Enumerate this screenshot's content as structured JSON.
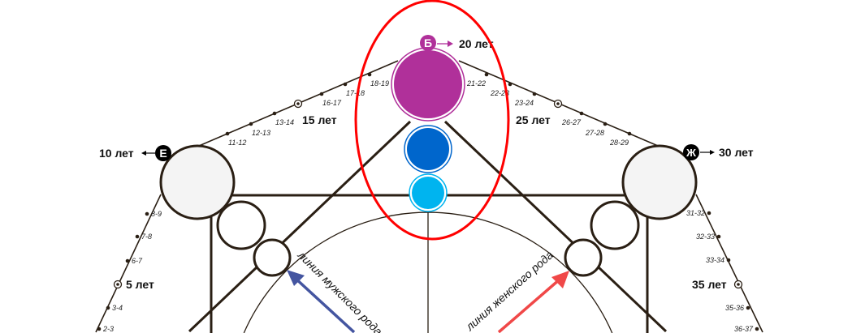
{
  "badges": {
    "top": {
      "letter": "Б",
      "years": "20 лет",
      "color": "#b0309a"
    },
    "left": {
      "letter": "Е",
      "years": "10 лет",
      "color": "#000000"
    },
    "right": {
      "letter": "Ж",
      "years": "30 лет",
      "color": "#000000"
    }
  },
  "milestones": {
    "y5": "5 лет",
    "y15": "15 лет",
    "y25": "25 лет",
    "y35": "35 лет"
  },
  "ages_top_left": [
    "11-12",
    "12-13",
    "13-14",
    "16-17",
    "17-18",
    "18-19"
  ],
  "ages_top_right": [
    "21-22",
    "22-23",
    "23-24",
    "26-27",
    "27-28",
    "28-29"
  ],
  "ages_left": [
    "8-9",
    "7-8",
    "6-7",
    "3-4",
    "2-3"
  ],
  "ages_right": [
    "31-32",
    "32-33",
    "33-34",
    "35-36",
    "36-37"
  ],
  "lines": {
    "male": "линия мужского рода",
    "female": "линия женского рода"
  },
  "colors": {
    "purple": "#b0309a",
    "blue": "#0066cc",
    "light_blue": "#00b4ef",
    "highlight": "#ff0000",
    "male_arrow": "#4455a0",
    "female_arrow": "#f04848"
  }
}
